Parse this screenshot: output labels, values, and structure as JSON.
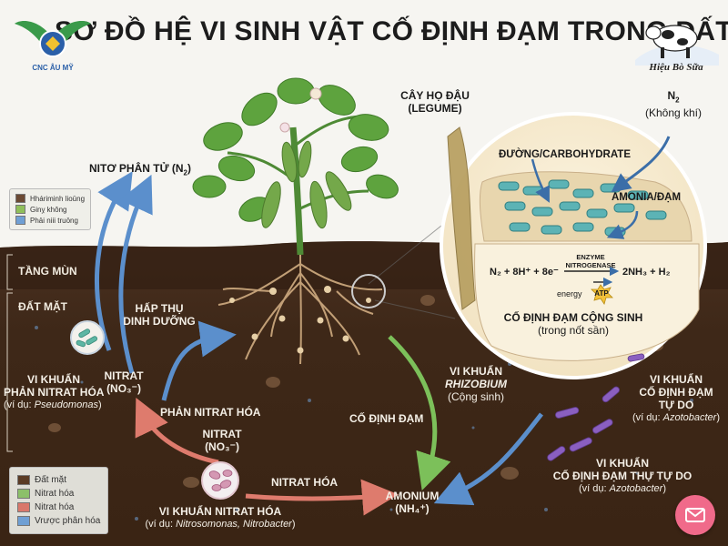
{
  "title": "SƠ ĐỒ HỆ VI SINH VẬT CỐ ĐỊNH ĐẠM TRONG ĐẤT",
  "logos": {
    "left_text": "CNC ÂU MỸ",
    "right_text": "Hiệu Bò Sữa"
  },
  "plant": {
    "label_line1": "CÂY HỌ ĐẬU",
    "label_line2": "(LEGUME)"
  },
  "n2_air": {
    "label": "N",
    "sub": "2",
    "note": "(Không khí)"
  },
  "zoom": {
    "sugar_label": "ĐƯỜNG/CARBOHYDRATE",
    "ammonia_label": "AMONIA/ĐẠM",
    "enzyme_line1": "ENZYME",
    "enzyme_line2": "NITROGENASE",
    "equation_left": "N₂ + 8H⁺ + 8e⁻",
    "equation_right": "2NH₃ + H₂",
    "energy_label": "energy",
    "atp_label": "ATP",
    "caption_line1": "CỐ ĐỊNH ĐẠM CỘNG SINH",
    "caption_line2": "(trong nốt sần)"
  },
  "labels": {
    "molecular_nitrogen": "NITƠ PHÂN TỬ (N",
    "molecular_nitrogen_sub": "2",
    "molecular_nitrogen_end": ")",
    "humus_layer": "TẦNG MÙN",
    "topsoil": "ĐẤT MẶT",
    "nutrient_uptake_line1": "HẤP THỤ",
    "nutrient_uptake_line2": "DINH DƯỠNG",
    "nitrate_upper_line1": "NITRAT",
    "nitrate_upper_line2": "(NO₃⁻)",
    "denitrifying_line1": "VI KHUẨN",
    "denitrifying_line2": "PHẢN NITRAT HÓA",
    "denitrifying_example_prefix": "(ví dụ: ",
    "denitrifying_example_name": "Pseudomonas",
    "denitrifying_example_suffix": ")",
    "denitrification": "PHẢN NITRAT HÓA",
    "nitrogen_fixation": "CỐ ĐỊNH ĐẠM",
    "nitrate_lower_line1": "NITRAT",
    "nitrate_lower_line2": "(NO₃⁻)",
    "nitrification": "NITRAT HÓA",
    "nitrifying_bacteria": "VI KHUẨN NITRAT HÓA",
    "nitrifying_example_prefix": "(ví dụ: ",
    "nitrifying_example_name": "Nitrosomonas, Nitrobacter",
    "nitrifying_example_suffix": ")",
    "ammonium_line1": "AMONIUM",
    "ammonium_line2": "(NH₄⁺)",
    "rhizobium_line1": "VI KHUẨN",
    "rhizobium_line2": "RHIZOBIUM",
    "rhizobium_line3": "(Cộng sinh)",
    "free_fixing_line1": "VI KHUẨN",
    "free_fixing_line2": "CỐ ĐỊNH ĐẠM",
    "free_fixing_line3": "TỰ DO",
    "free_fixing_example_prefix": "(ví dụ: ",
    "free_fixing_example_name": "Azotobacter",
    "free_fixing_example_suffix": ")",
    "free_fixing2_line1": "VI KHUẨN",
    "free_fixing2_line2": "CỐ ĐỊNH ĐẠM THỰ TỰ DO",
    "free_fixing2_example_prefix": "(ví dụ: ",
    "free_fixing2_example_name": "Azotobacter",
    "free_fixing2_example_suffix": ")"
  },
  "legend_top": [
    {
      "label": "Hháriminh lioūng",
      "color": "#6b4a33"
    },
    {
      "label": "Ginỵ không",
      "color": "#8fbf5a"
    },
    {
      "label": "Phải niii truōng",
      "color": "#6f9fd4"
    }
  ],
  "legend_bottom": [
    {
      "label": "Đất mặt",
      "color": "#5a3b25"
    },
    {
      "label": "Nitrat hóa",
      "color": "#8cc06a"
    },
    {
      "label": "Nitrat hóa",
      "color": "#d9776b"
    },
    {
      "label": "Vrược phân hóa",
      "color": "#6f9fd4"
    }
  ],
  "colors": {
    "soil_dark": "#3b2616",
    "soil_mid": "#5a3b25",
    "arrow_blue": "#5b8fcc",
    "arrow_green": "#7cc05a",
    "arrow_red": "#de7b6d",
    "title_text": "#1c1c1c",
    "mail_button": "#f06a8a"
  },
  "icons": {
    "mail": "mail-icon"
  }
}
